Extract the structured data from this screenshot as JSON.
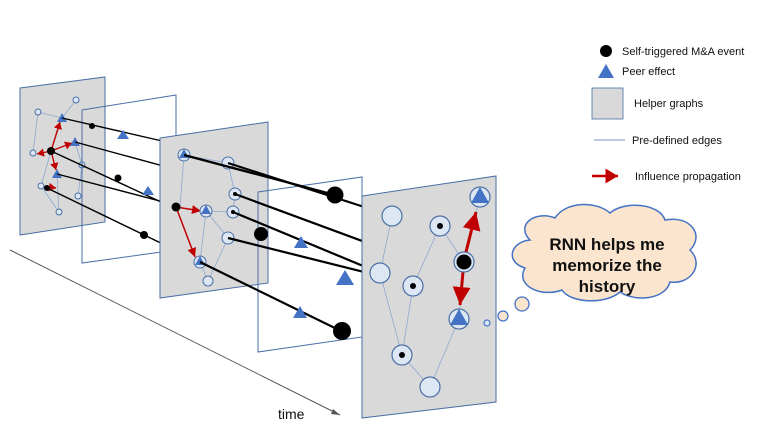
{
  "legend": {
    "self_triggered": "Self-triggered M&A event",
    "peer_effect": "Peer effect",
    "helper_graphs": "Helper graphs",
    "predefined_edges": "Pre-defined edges",
    "influence_propagation": "Influence propagation"
  },
  "thought_bubble": {
    "line1": "RNN helps me",
    "line2": "memorize the",
    "line3": "history"
  },
  "axis": {
    "time_label": "time"
  },
  "colors": {
    "panel_fill": "#d9d9d9",
    "panel_border": "#4a6fa5",
    "edge": "#8ea9d0",
    "node_fill": "#dde6f3",
    "node_stroke": "#4a6fa5",
    "triangle_fill": "#4472c4",
    "influence": "#c00000",
    "event": "#000000",
    "cloud_fill": "#fbe5cf",
    "cloud_stroke": "#4472c4"
  }
}
